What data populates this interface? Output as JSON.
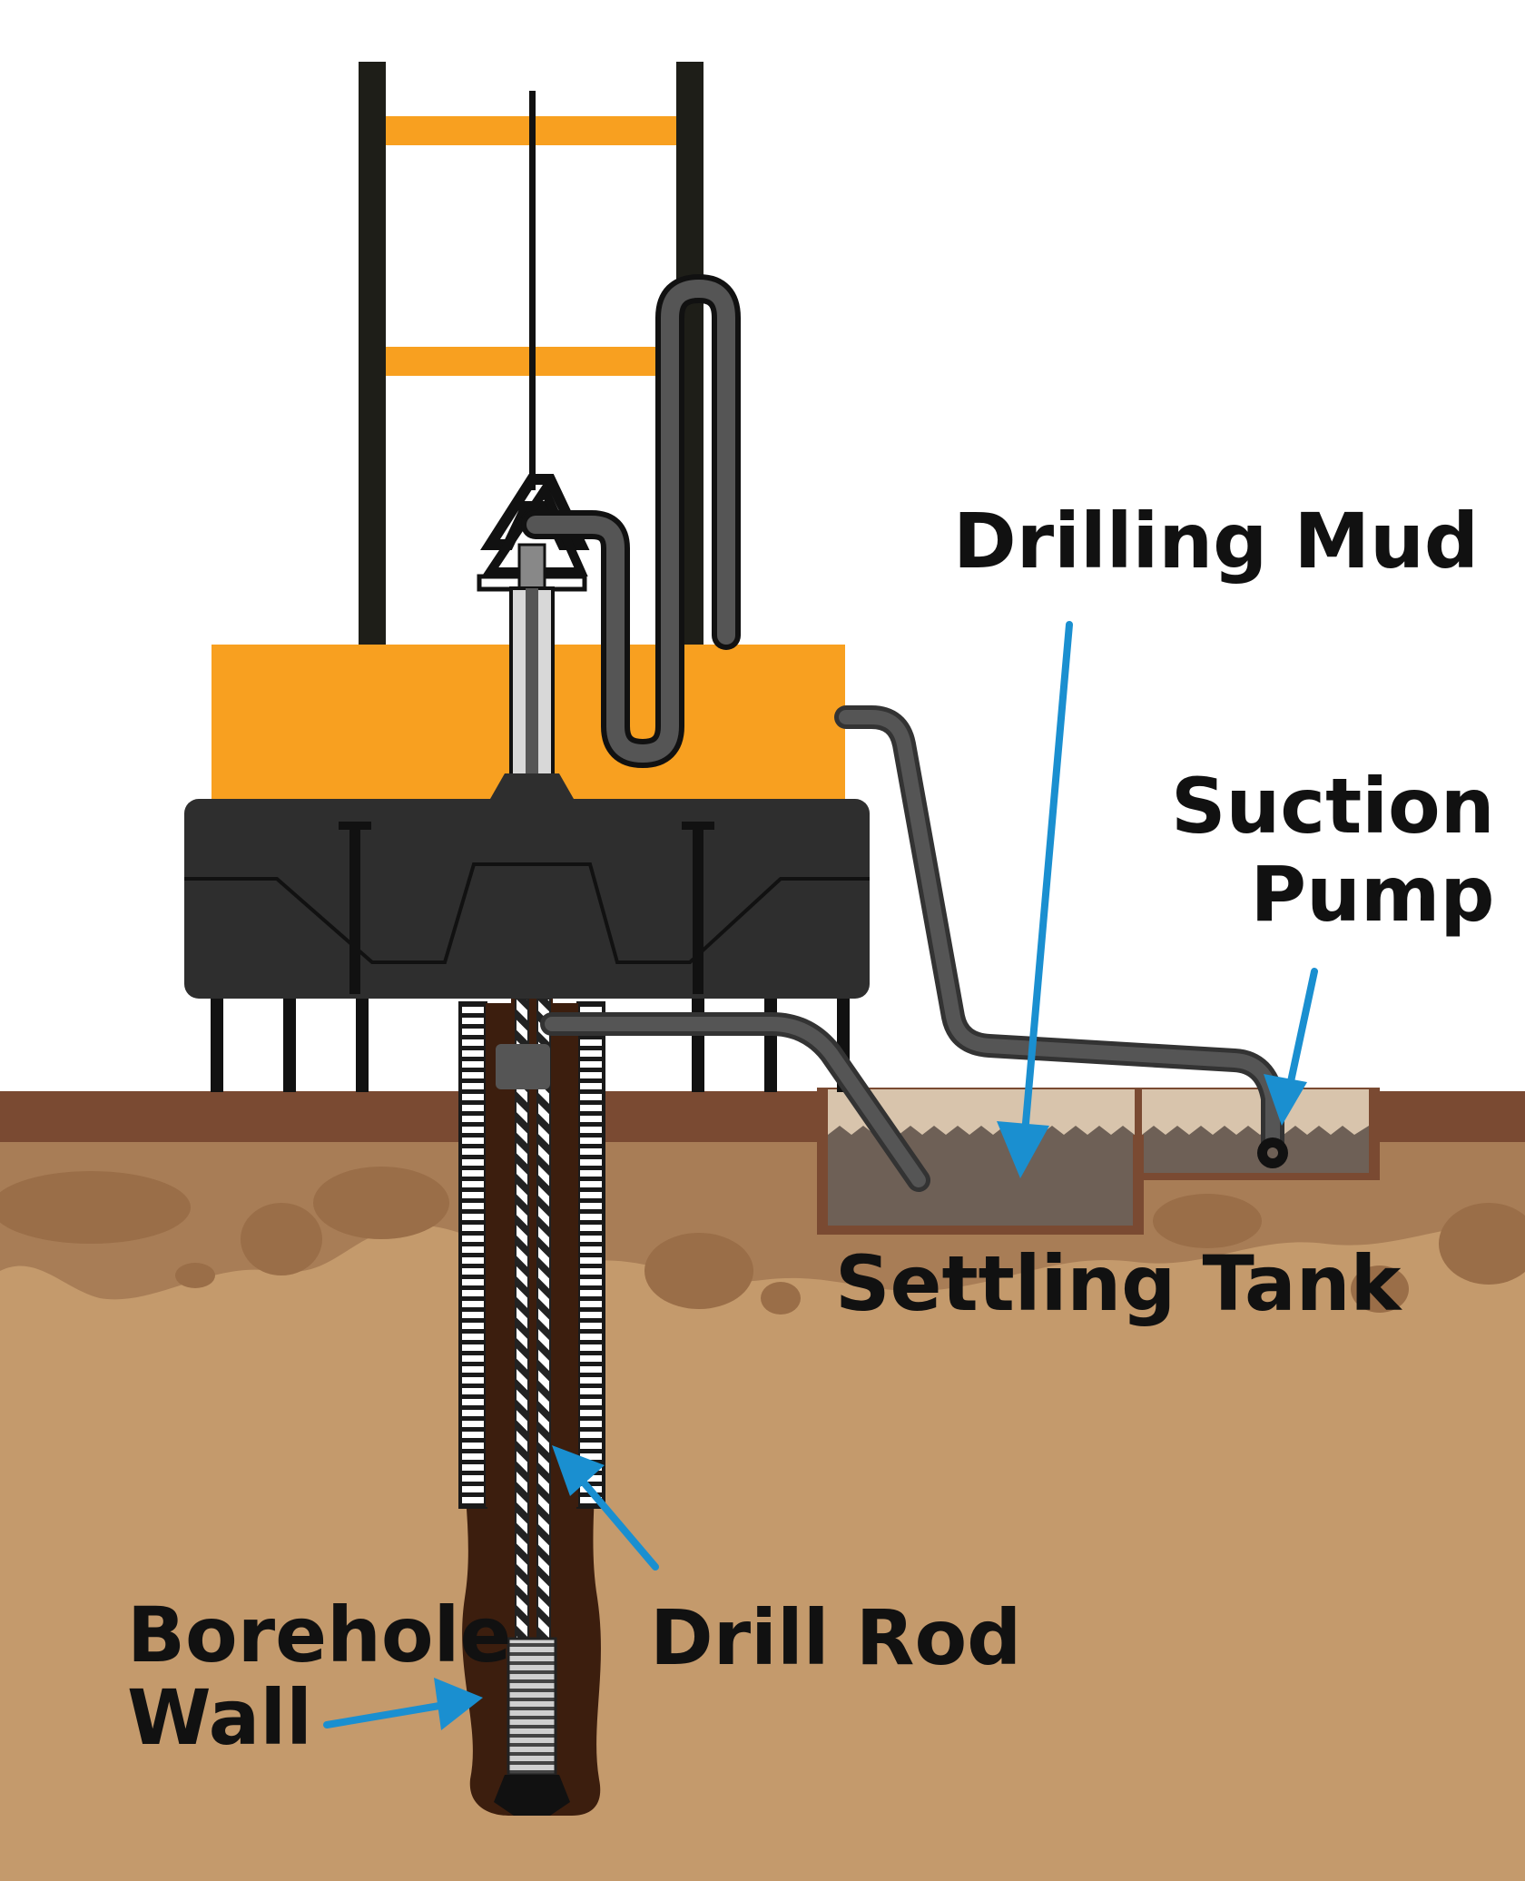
{
  "labels": {
    "drilling_mud": "Drilling Mud",
    "suction_pump": [
      "Suction",
      "Pump"
    ],
    "settling_tank": "Settling Tank",
    "drill_rod": "Drill Rod",
    "borehole_wall": [
      "Borehole",
      "Wall"
    ]
  },
  "colors": {
    "sky": "#ffffff",
    "topsoil": "#7a4a32",
    "soil_upper": "#a87d56",
    "soil_lower": "#c49a6c",
    "soil_blobs": "#9a6e48",
    "rig_orange": "#f8a020",
    "rig_body": "#2e2e2e",
    "mast": "#1e1e18",
    "hose": "#555555",
    "mud": "#3c1e0e",
    "tank_fill": "#6e6056",
    "tank_froth": "#d8c4ac",
    "arrow": "#1a8fd0",
    "text": "#111111"
  }
}
